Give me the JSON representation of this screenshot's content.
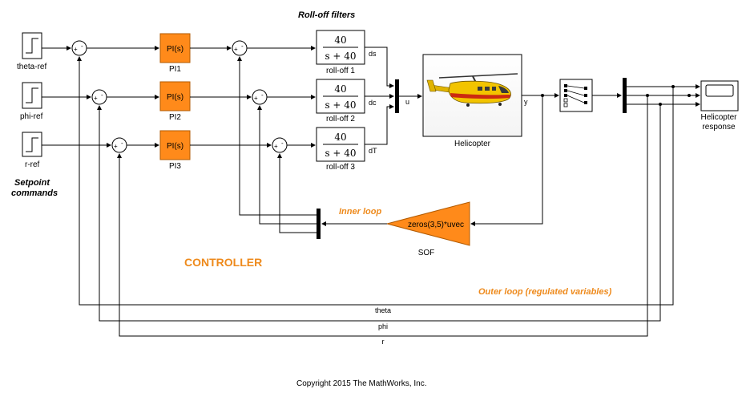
{
  "annotations": {
    "rolloff_filters": "Roll-off filters",
    "setpoint_line1": "Setpoint",
    "setpoint_line2": "commands",
    "inner_loop": "Inner loop",
    "controller": "CONTROLLER",
    "outer_loop": "Outer loop (regulated variables)",
    "copyright": "Copyright 2015 The MathWorks, Inc."
  },
  "sources": [
    {
      "label": "theta-ref"
    },
    {
      "label": "phi-ref"
    },
    {
      "label": "r-ref"
    }
  ],
  "pi_blocks": [
    {
      "text": "PI(s)",
      "label": "PI1"
    },
    {
      "text": "PI(s)",
      "label": "PI2"
    },
    {
      "text": "PI(s)",
      "label": "PI3"
    }
  ],
  "rolloff_blocks": [
    {
      "num": "40",
      "den": "s + 40",
      "label": "roll-off 1",
      "out_signal": "ds"
    },
    {
      "num": "40",
      "den": "s + 40",
      "label": "roll-off 2",
      "out_signal": "dc"
    },
    {
      "num": "40",
      "den": "s + 40",
      "label": "roll-off 3",
      "out_signal": "dT"
    }
  ],
  "sum_signs": {
    "plus": "+",
    "minus": "-"
  },
  "helicopter": {
    "label": "Helicopter",
    "input_signal": "u",
    "output_signal": "y"
  },
  "sof": {
    "gain_text": "zeros(3,5)*uvec",
    "label": "SOF"
  },
  "scope": {
    "label_line1": "Helicopter",
    "label_line2": "response"
  },
  "feedback_signals": [
    "theta",
    "phi",
    "r"
  ],
  "colors": {
    "orange": "#ff8a1a",
    "orange_text": "#ee8a1c",
    "wire": "#000000"
  }
}
